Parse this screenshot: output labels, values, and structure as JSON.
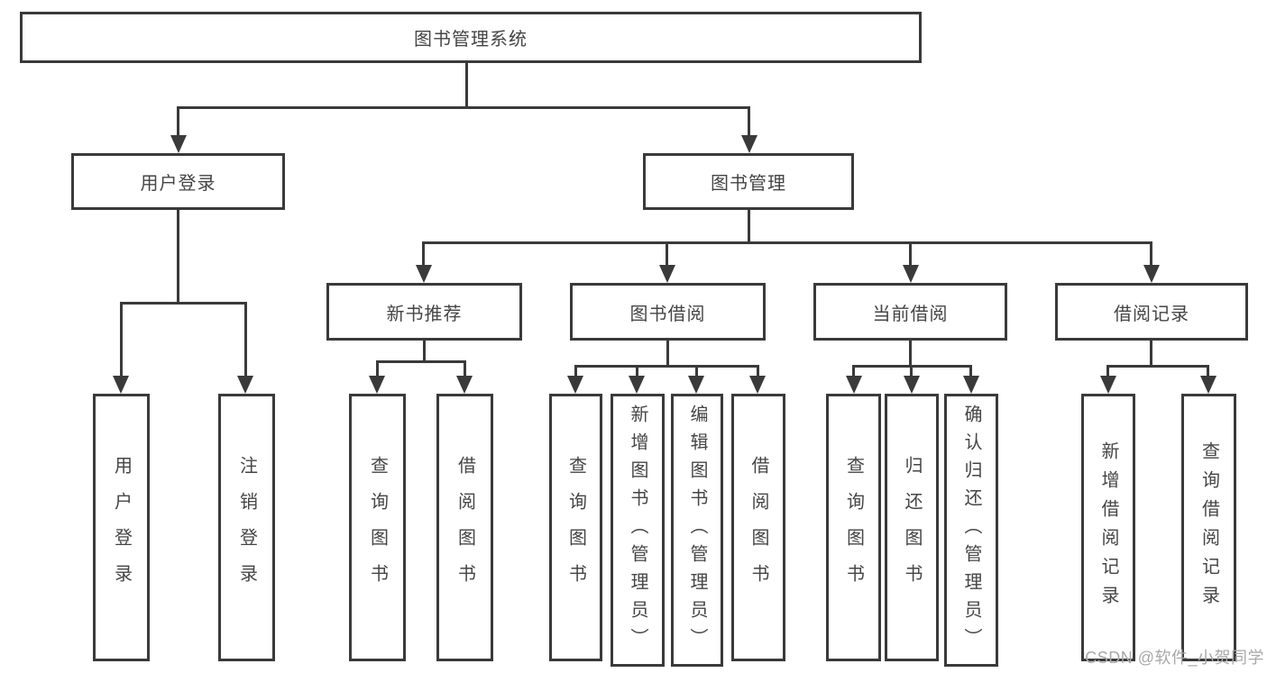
{
  "tree": {
    "label": "图书管理系统",
    "children": [
      {
        "label": "用户登录",
        "children": [
          {
            "label": "用户登录"
          },
          {
            "label": "注销登录"
          }
        ]
      },
      {
        "label": "图书管理",
        "children": [
          {
            "label": "新书推荐",
            "children": [
              {
                "label": "查询图书"
              },
              {
                "label": "借阅图书"
              }
            ]
          },
          {
            "label": "图书借阅",
            "children": [
              {
                "label": "查询图书"
              },
              {
                "label": "新增图书（管理员）"
              },
              {
                "label": "编辑图书（管理员）"
              },
              {
                "label": "借阅图书"
              }
            ]
          },
          {
            "label": "当前借阅",
            "children": [
              {
                "label": "查询图书"
              },
              {
                "label": "归还图书"
              },
              {
                "label": "确认归还（管理员）"
              }
            ]
          },
          {
            "label": "借阅记录",
            "children": [
              {
                "label": "新增借阅记录"
              },
              {
                "label": "查询借阅记录"
              }
            ]
          }
        ]
      }
    ]
  },
  "watermark": "CSDN @软件_小贺同学",
  "colors": {
    "line": "#3a3a3a",
    "node_text": "#454545",
    "node_background": "#ffffff",
    "watermark_text": "#a8a8a8"
  }
}
